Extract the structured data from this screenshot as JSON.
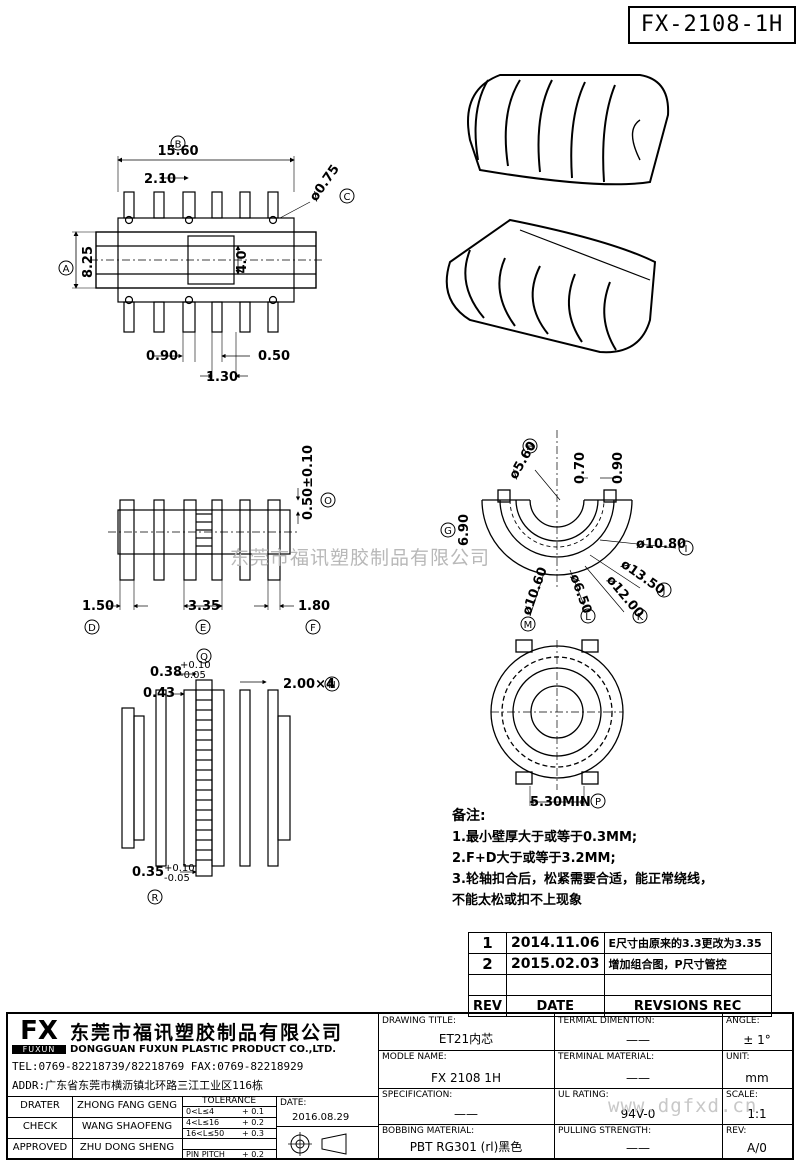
{
  "part_number": "FX-2108-1H",
  "watermark": {
    "company": "东莞市福讯塑胶制品有限公司",
    "url": "www.dgfxd.cn"
  },
  "dimensions": {
    "top_view": {
      "label_b": "B",
      "label_a": "A",
      "label_c": "C",
      "width": "15.60",
      "pin_offset": "2.10",
      "hole": "ø0.75",
      "height": "8.25",
      "inner": "4.0",
      "pin_w": "0.90",
      "pin_gap": "0.50",
      "pitch": "1.30"
    },
    "side_view": {
      "label_o": "O",
      "label_d": "D",
      "label_e": "E",
      "label_f": "F",
      "slot": "0.50±0.10",
      "left": "1.50",
      "center": "3.35",
      "right": "1.80"
    },
    "section_view": {
      "label_q": "Q",
      "label_n": "N",
      "label_r": "R",
      "tooth": "0.38",
      "tooth_tol_plus": "+0.10",
      "tooth_tol_minus": "-0.05",
      "gap": "0.43",
      "flanges": "2.00×4",
      "base": "0.35",
      "base_tol_plus": "+0.10",
      "base_tol_minus": "-0.05"
    },
    "end_view": {
      "label_h": "H",
      "label_g": "G",
      "label_i": "I",
      "label_j": "J",
      "label_k": "K",
      "label_l": "L",
      "label_m": "M",
      "d_h": "ø5.60",
      "w1": "0.70",
      "w2": "0.90",
      "g": "6.90",
      "d_i": "ø10.80",
      "d_j": "ø13.50",
      "d_k": "ø12.00",
      "d_l": "ø6.50",
      "d_m": "ø10.60"
    },
    "bottom_view": {
      "label_p": "P",
      "min_width": "5.30MIN"
    }
  },
  "notes": {
    "title": "备注:",
    "items": [
      "1.最小壁厚大于或等于0.3MM;",
      "2.F+D大于或等于3.2MM;",
      "3.轮轴扣合后，松紧需要合适，能正常绕线，",
      "不能太松或扣不上现象"
    ]
  },
  "revisions": {
    "headers": [
      "REV",
      "DATE",
      "REVSIONS REC"
    ],
    "rows": [
      {
        "rev": "1",
        "date": "2014.11.06",
        "rec": "E尺寸由原来的3.3更改为3.35"
      },
      {
        "rev": "2",
        "date": "2015.02.03",
        "rec": "增加组合图，P尺寸管控"
      }
    ]
  },
  "company": {
    "logo": "FX",
    "logo_sub": "FUXUN",
    "name_cn": "东莞市福讯塑胶制品有限公司",
    "name_en": "DONGGUAN FUXUN PLASTIC PRODUCT CO.,LTD.",
    "tel": "TEL:0769-82218739/82218769 FAX:0769-82218929",
    "addr": "ADDR:广东省东莞市横沥镇北环路三江工业区116栋"
  },
  "people": [
    {
      "role": "DRATER",
      "name": "ZHONG FANG GENG"
    },
    {
      "role": "CHECK",
      "name": "WANG SHAOFENG"
    },
    {
      "role": "APPROVED",
      "name": "ZHU DONG SHENG"
    }
  ],
  "tolerance": {
    "header": "TOLERANCE",
    "rows": [
      {
        "range": "0<L≤4",
        "tol": "+ 0.1"
      },
      {
        "range": "4<L≤16",
        "tol": "+ 0.2"
      },
      {
        "range": "16<L≤50",
        "tol": "+ 0.3"
      },
      {
        "range": "PIN PITCH",
        "tol": "+ 0.2"
      }
    ]
  },
  "date": {
    "label": "DATE:",
    "value": "2016.08.29"
  },
  "fields": {
    "drawing_title": {
      "label": "DRAWING TITLE:",
      "value": "ET21内芯"
    },
    "terminal_dimention": {
      "label": "TERMIAL DIMENTION:",
      "value": "——"
    },
    "angle": {
      "label": "ANGLE:",
      "value": "± 1°"
    },
    "modle_name": {
      "label": "MODLE NAME:",
      "value": "FX 2108 1H"
    },
    "terminal_material": {
      "label": "TERMINAL MATERIAL:",
      "value": "——"
    },
    "unit": {
      "label": "UNIT:",
      "value": "mm"
    },
    "specification": {
      "label": "SPECIFICATION:",
      "value": "——"
    },
    "ul_rating": {
      "label": "UL RATING:",
      "value": "94V-0"
    },
    "scale": {
      "label": "SCALE:",
      "value": "1:1"
    },
    "bobbing_material": {
      "label": "BOBBING MATERIAL:",
      "value": "PBT RG301 (rl)黑色"
    },
    "pulling_strength": {
      "label": "PULLING STRENGTH:",
      "value": "——"
    },
    "rev": {
      "label": "REV:",
      "value": "A/0"
    }
  }
}
